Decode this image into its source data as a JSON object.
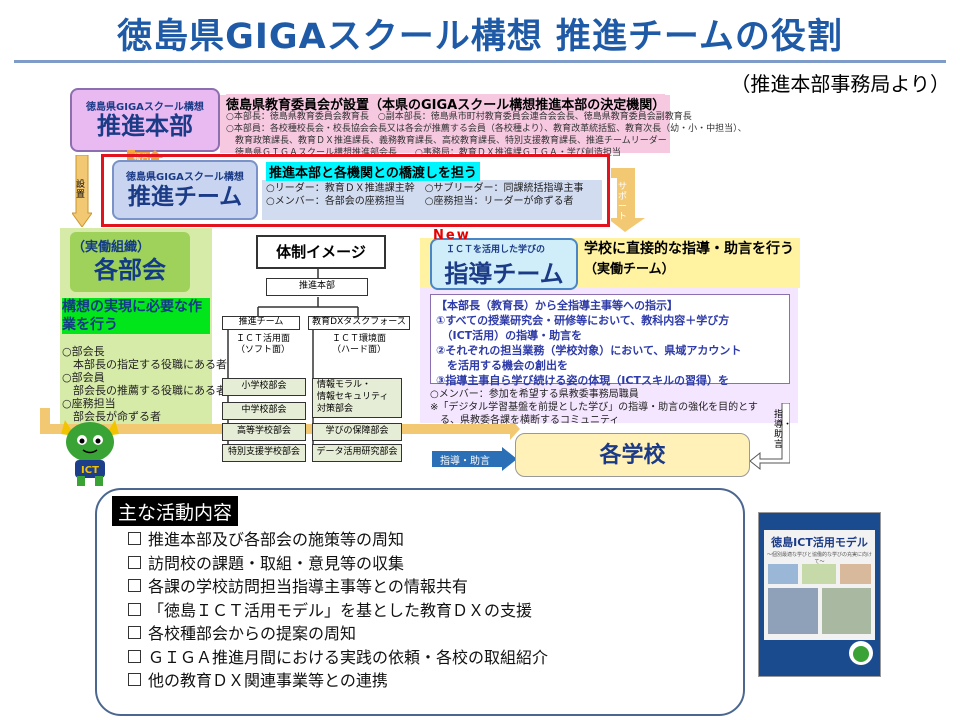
{
  "title": "徳島県GIGAスクール構想  推進チームの役割",
  "source_note": "（推進本部事務局より）",
  "hq": {
    "subtitle": "徳島県GIGAスクール構想",
    "name": "推進本部",
    "heading": "徳島県教育委員会が設置（本県のGIGAスクール構想推進本部の決定機関）",
    "lines": [
      "○本部長：徳島県教育委員会教育長　○副本部長：徳島県市町村教育委員会連合会会長、徳島県教育委員会副教育長",
      "○本部員：各校種校長会・校長協会会長又は各会が推薦する会員（各校種より）、教育改革統括監、教育次長（幼・小・中担当）、",
      "　教育政策課長、教育ＤＸ推進課長、義務教育課長、高校教育課長、特別支援教育課長、推進チームリーダー",
      "　徳島県ＧＩＧＡスクール構想推進部会長　　○事務局：教育ＤＸ推進課ＧＩＧＡ・学び創造担当"
    ]
  },
  "team": {
    "subtitle": "徳島県GIGAスクール構想",
    "name": "推進チーム",
    "heading": "推進本部と各機関との橋渡しを担う",
    "lines": [
      "○リーダー：教育ＤＸ推進課主幹　○サブリーダー：同課統括指導主事",
      "○メンバー：各部会の座務担当　　○座務担当：リーダーが命ずる者"
    ]
  },
  "arrows": {
    "set_label": "設置",
    "support_label": "サポート",
    "hq_team_label": "報告",
    "guide_label": "指導・助言",
    "school_label": "指導・助言"
  },
  "subcommittees": {
    "tag": "（実働組織）",
    "name": "各部会",
    "task": "構想の実現に必要な作業を行う",
    "lines": [
      "○部会長",
      "　本部長の指定する役職にある者",
      "○部会員",
      "　部会長の推薦する役職にある者",
      "○座務担当",
      "　部会長が命ずる者"
    ]
  },
  "structure": {
    "title": "体制イメージ",
    "top": "推進本部",
    "team": "推進チーム",
    "dx": "教育DXタスクフォース",
    "ict_use": "ＩＣＴ活用面\n（ソフト面）",
    "ict_env": "ＩＣＴ環境面\n（ハード面）",
    "left_groups": [
      "小学校部会",
      "中学校部会",
      "高等学校部会",
      "特別支援学校部会"
    ],
    "right_groups": [
      "情報モラル・\n情報セキュリティ\n対策部会",
      "学びの保障部会",
      "データ活用研究部会"
    ]
  },
  "guidance": {
    "new_label": "New",
    "subtitle": "ＩＣＴを活用した学びの",
    "name": "指導チーム",
    "heading": "学校に直接的な指導・助言を行う",
    "tag": "（実働チーム）",
    "lines": [
      "【本部長（教育長）から全指導主事等への指示】",
      "①すべての授業研究会・研修等において、教科内容＋学び方",
      "　（ICT活用）の指導・助言を",
      "②それぞれの担当業務（学校対象）において、県域アカウント",
      "　を活用する機会の創出を",
      "③指導主事自ら学び続ける姿の体現（ICTスキルの習得）を"
    ],
    "notes": [
      "○メンバー：参加を希望する県教委事務局職員",
      "※「デジタル学習基盤を前提とした学び」の指導・助言の強化を目的とす",
      "　る、県教委各課を横断するコミュニティ"
    ]
  },
  "schools": {
    "name": "各学校"
  },
  "mascot": {
    "label": "ICT"
  },
  "activities": {
    "title": "主な活動内容",
    "items": [
      "推進本部及び各部会の施策等の周知",
      "訪問校の課題・取組・意見等の収集",
      "各課の学校訪問担当指導主事等との情報共有",
      "「徳島ＩＣＴ活用モデル」を基とした教育ＤＸの支援",
      "各校種部会からの提案の周知",
      "ＧＩＧＡ推進月間における実践の依頼・各校の取組紹介",
      "他の教育ＤＸ関連事業等との連携"
    ]
  },
  "book": {
    "title": "徳島ICT活用モデル",
    "subtitle": "～個別最適な学びと協働的な学びの充実に向けて～"
  },
  "colors": {
    "title": "#1f5aa6",
    "highlight_outline": "#e3131d",
    "orange_arrow": "#f3a43a"
  }
}
